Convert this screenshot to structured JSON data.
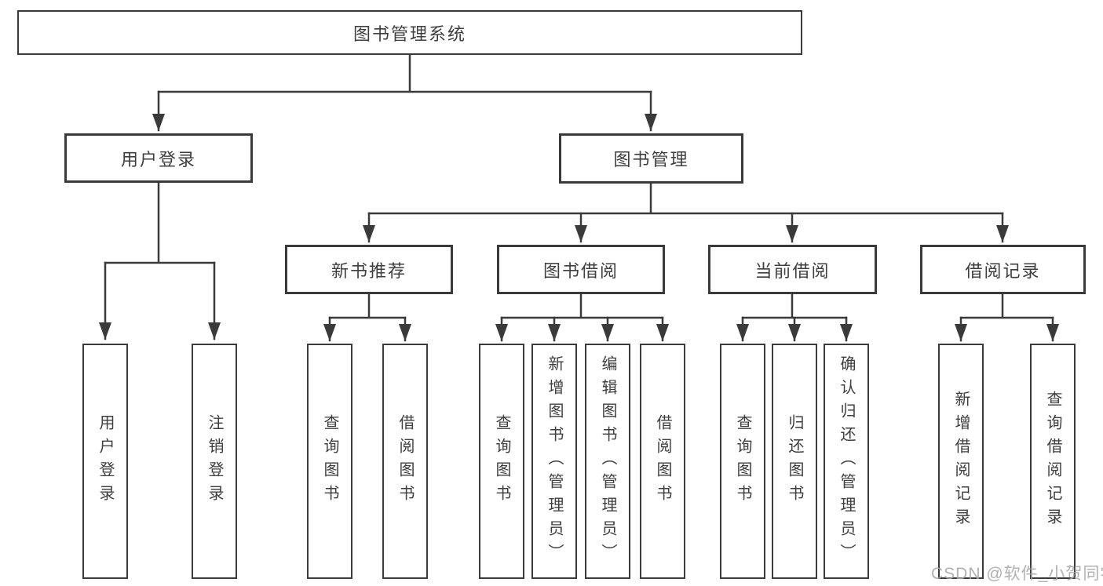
{
  "diagram": {
    "title": "图书管理系统",
    "level2": {
      "user_login": "用户登录",
      "book_management": "图书管理"
    },
    "level3": {
      "new_book_recommend": "新书推荐",
      "book_borrow": "图书借阅",
      "current_borrow": "当前借阅",
      "borrow_records": "借阅记录"
    },
    "leaves": {
      "user_login_children": [
        "用户登录",
        "注销登录"
      ],
      "new_book_children": [
        "查询图书",
        "借阅图书"
      ],
      "book_borrow_children": [
        "查询图书",
        "新增图书（管理员）",
        "编辑图书（管理员）",
        "借阅图书"
      ],
      "current_borrow_children": [
        "查询图书",
        "归还图书",
        "确认归还（管理员）"
      ],
      "borrow_record_children": [
        "新增借阅记录",
        "查询借阅记录"
      ]
    }
  },
  "watermark": "CSDN @软件_小贺同学",
  "colors": {
    "line": "#3a3a3a",
    "text": "#3e3e3e",
    "watermark": "#a6a6a6",
    "background": "#ffffff"
  }
}
